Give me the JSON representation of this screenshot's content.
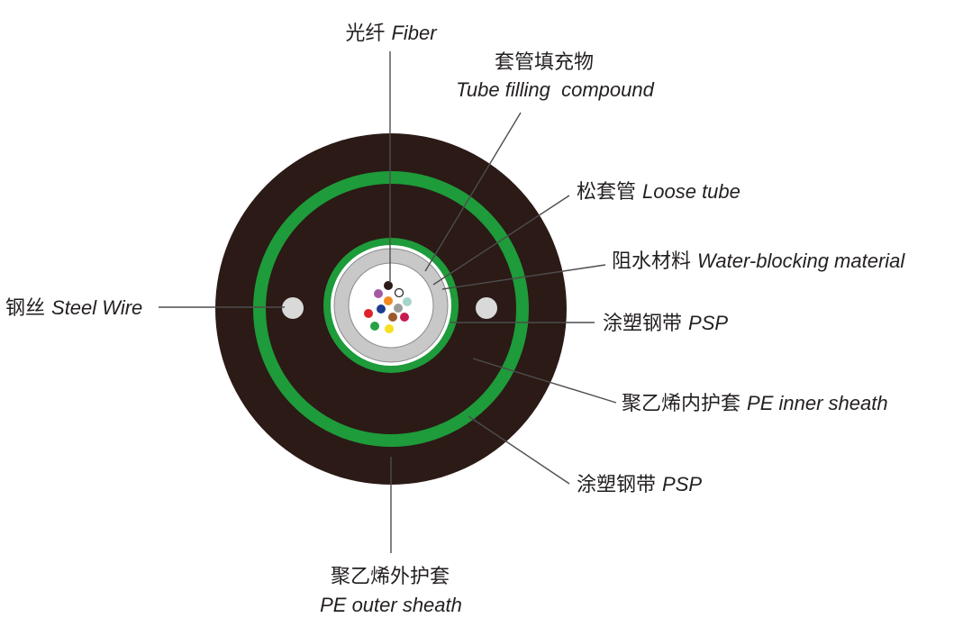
{
  "labels": {
    "fiber": {
      "zh": "光纤",
      "en": "Fiber"
    },
    "tube_filling": {
      "zh": "套管填充物",
      "en": "Tube filling  compound"
    },
    "loose_tube": {
      "zh": "松套管",
      "en": "Loose tube"
    },
    "water_blocking": {
      "zh": "阻水材料",
      "en": "Water-blocking material"
    },
    "psp_inner": {
      "zh": "涂塑钢带",
      "en": "PSP"
    },
    "pe_inner": {
      "zh": "聚乙烯内护套",
      "en": "PE inner sheath"
    },
    "psp_outer": {
      "zh": "涂塑钢带",
      "en": "PSP"
    },
    "pe_outer": {
      "zh": "聚乙烯外护套",
      "en": "PE outer sheath"
    },
    "steel_wire": {
      "zh": "钢丝",
      "en": "Steel Wire"
    }
  },
  "colors": {
    "sheath": "#2b1a16",
    "psp_green": "#1e9b3a",
    "steel_wire": "#d9d9d9",
    "loose_tube": "#c8c8c8",
    "water_blocking": "#ffffff",
    "filling": "#ffffff",
    "fiber_colors": [
      "#2b1a16",
      "#ffffff",
      "#a45aa3",
      "#f18a1f",
      "#a6d5cc",
      "#1c3c8f",
      "#9b9b9b",
      "#e0212b",
      "#9b5a2b",
      "#c91a4e",
      "#27a046",
      "#f7e020"
    ]
  }
}
